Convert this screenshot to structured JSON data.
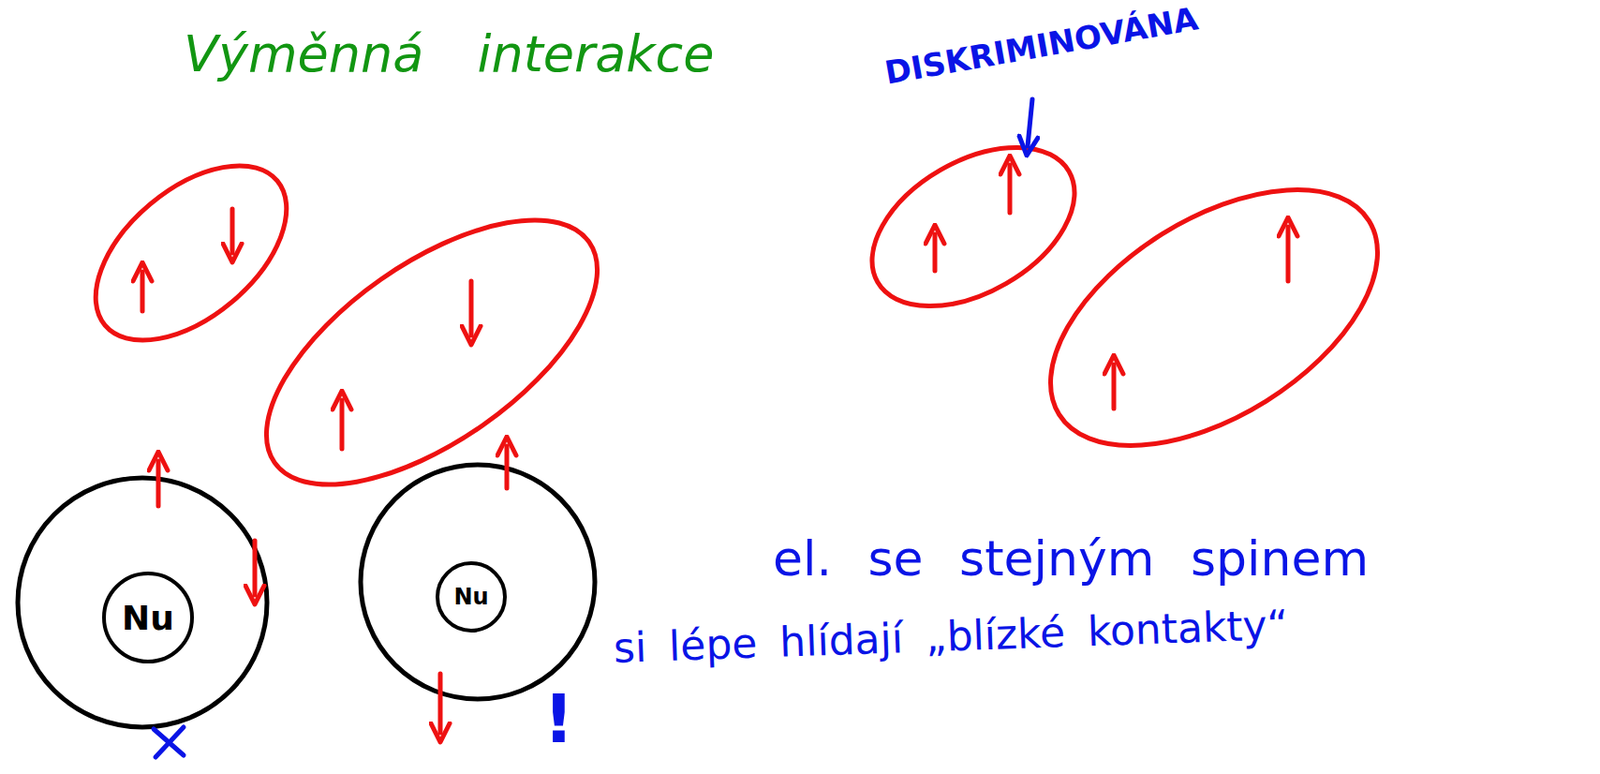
{
  "diagram": {
    "title": "Výměnná interakce",
    "nodes": [
      {
        "text": [
          "Nu"
        ]
      },
      {
        "text": [
          "Nu"
        ]
      }
    ],
    "labels": [
      "DISKRIMINOVÁNA",
      "el. se stejným spinem",
      "si lépe hlídají „blízké kontakty“",
      "!"
    ]
  }
}
